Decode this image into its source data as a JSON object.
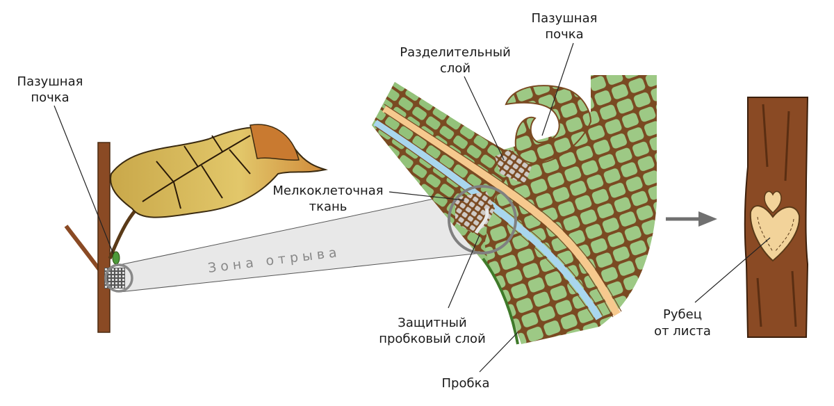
{
  "labels": {
    "axillary_bud_left": [
      "Пазушная",
      "почка"
    ],
    "axillary_bud_top": [
      "Пазушная",
      "почка"
    ],
    "separation_layer": [
      "Разделительный",
      "слой"
    ],
    "small_cell_tissue": [
      "Мелкоклеточная",
      "ткань"
    ],
    "abscission_zone": "Зона отрыва",
    "protective_cork_layer": [
      "Защитный",
      "пробковый слой"
    ],
    "cork": "Пробка",
    "leaf_scar": [
      "Рубец",
      "от листа"
    ]
  },
  "colors": {
    "tissue_green": "#93c27a",
    "cell_wall": "#7a4a22",
    "orange_band": "#f6c98e",
    "blue_band": "#a9d6ee",
    "zone_gray": "#e8e8e8",
    "stem_brown": "#8a4a24",
    "leaf_yellow": "#d8b24a"
  }
}
